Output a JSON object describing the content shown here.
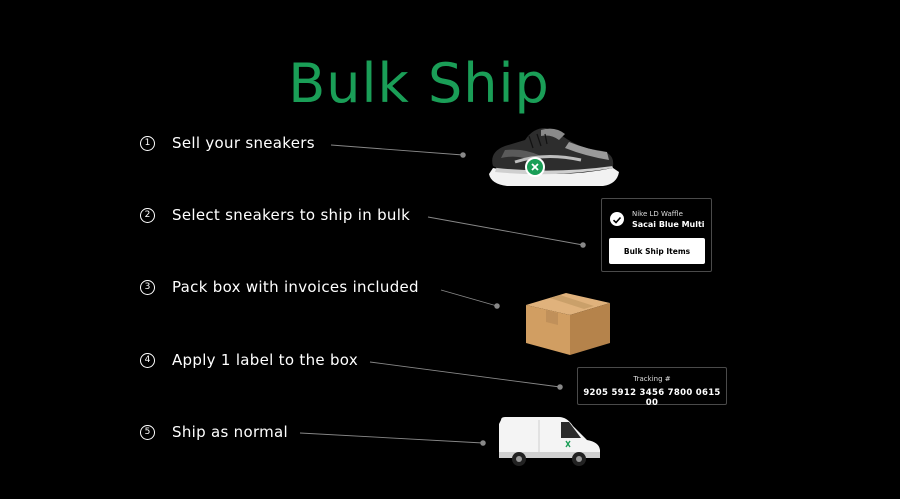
{
  "title": "Bulk Ship",
  "colors": {
    "accent": "#1a9e57",
    "background": "#000000",
    "text": "#ffffff"
  },
  "steps": [
    {
      "number": "1",
      "label": "Sell your sneakers"
    },
    {
      "number": "2",
      "label": "Select sneakers to ship in bulk"
    },
    {
      "number": "3",
      "label": "Pack box with invoices included"
    },
    {
      "number": "4",
      "label": "Apply 1 label to the box"
    },
    {
      "number": "5",
      "label": "Ship as normal"
    }
  ],
  "product_card": {
    "model": "Nike LD Waffle",
    "colorway": "Sacai Blue Multi",
    "button_label": "Bulk Ship Items"
  },
  "tracking": {
    "label": "Tracking #",
    "number": "9205 5912 3456 7800 0615 00"
  },
  "icons": {
    "sneaker": "sneaker-illustration",
    "box": "cardboard-box-illustration",
    "van": "delivery-van-illustration",
    "check": "check-circle-icon",
    "brand": "x-logo-icon"
  }
}
